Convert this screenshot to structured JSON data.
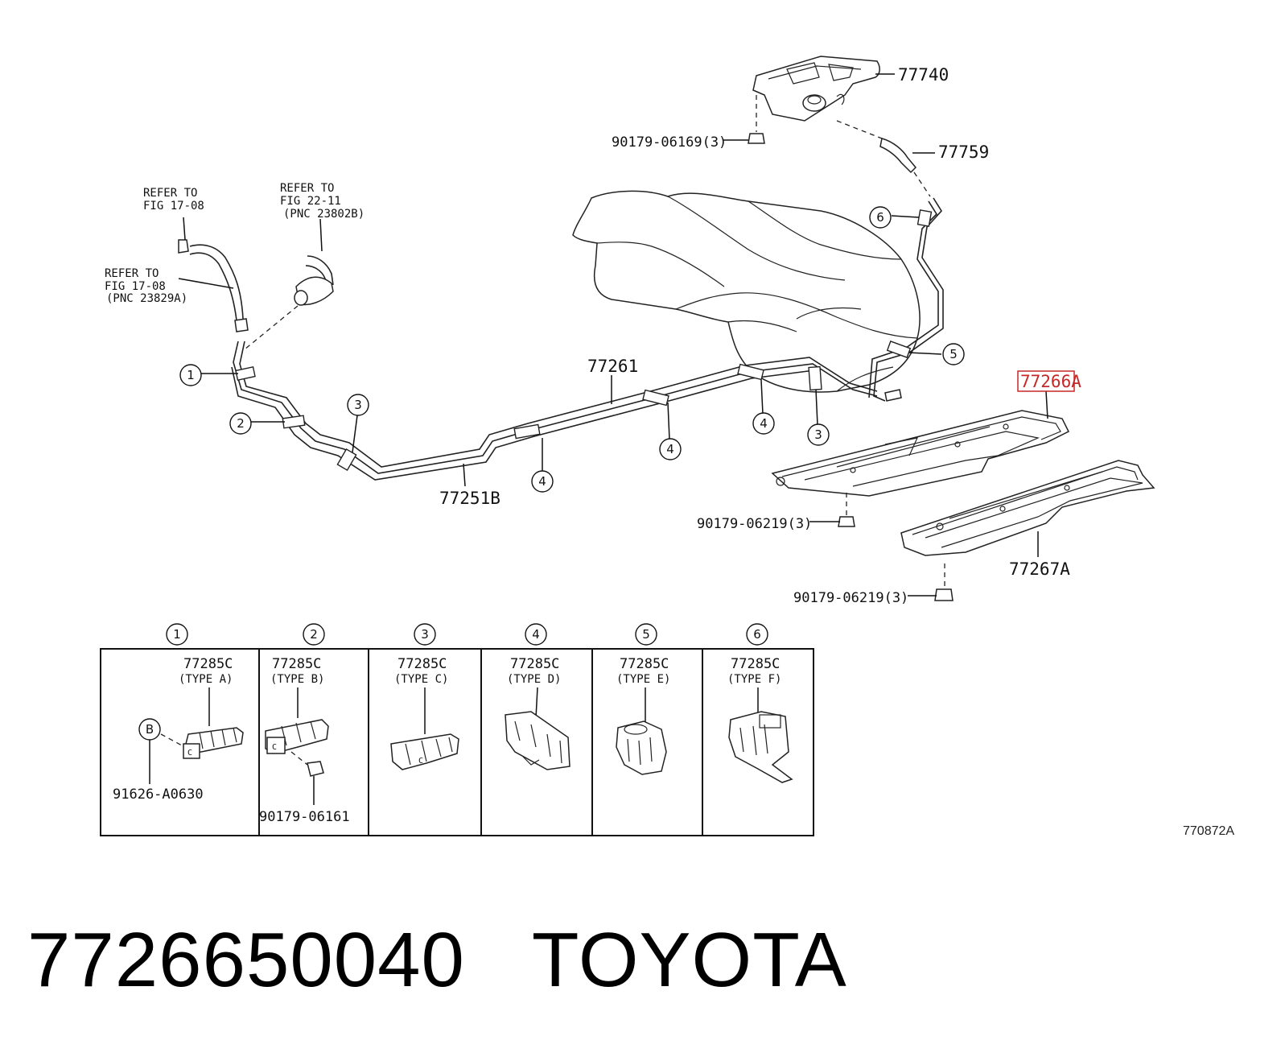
{
  "labels": {
    "p77740": "77740",
    "p77759": "77759",
    "p77261": "77261",
    "p77251b": "77251B",
    "p77266a": "77266A",
    "p77267a": "77267A",
    "bolt_top": "90179-06169(3)",
    "bolt_mid": "90179-06219(3)",
    "bolt_low": "90179-06219(3)",
    "refer1_line1": "REFER TO",
    "refer1_line2": "FIG 17-08",
    "refer2_line1": "REFER TO",
    "refer2_line2": "FIG 22-11",
    "refer2_line3": "(PNC 23802B)",
    "refer3_line1": "REFER TO",
    "refer3_line2": "FIG 17-08",
    "refer3_line3": "(PNC 23829A)"
  },
  "callouts": [
    "1",
    "2",
    "3",
    "3",
    "4",
    "4",
    "4",
    "5",
    "6"
  ],
  "clip_table": {
    "headers": [
      "1",
      "2",
      "3",
      "4",
      "5",
      "6"
    ],
    "cells": [
      {
        "part": "77285C",
        "type": "(TYPE A)",
        "extra": "91626-A0630",
        "badge": "B"
      },
      {
        "part": "77285C",
        "type": "(TYPE B)",
        "extra": "90179-06161"
      },
      {
        "part": "77285C",
        "type": "(TYPE C)"
      },
      {
        "part": "77285C",
        "type": "(TYPE D)"
      },
      {
        "part": "77285C",
        "type": "(TYPE E)"
      },
      {
        "part": "77285C",
        "type": "(TYPE F)"
      }
    ]
  },
  "figure_code": "770872A",
  "footer": {
    "part_number": "7726650040",
    "brand": "TOYOTA"
  },
  "colors": {
    "highlight": "#c62828",
    "line": "#222222",
    "background": "#ffffff"
  }
}
